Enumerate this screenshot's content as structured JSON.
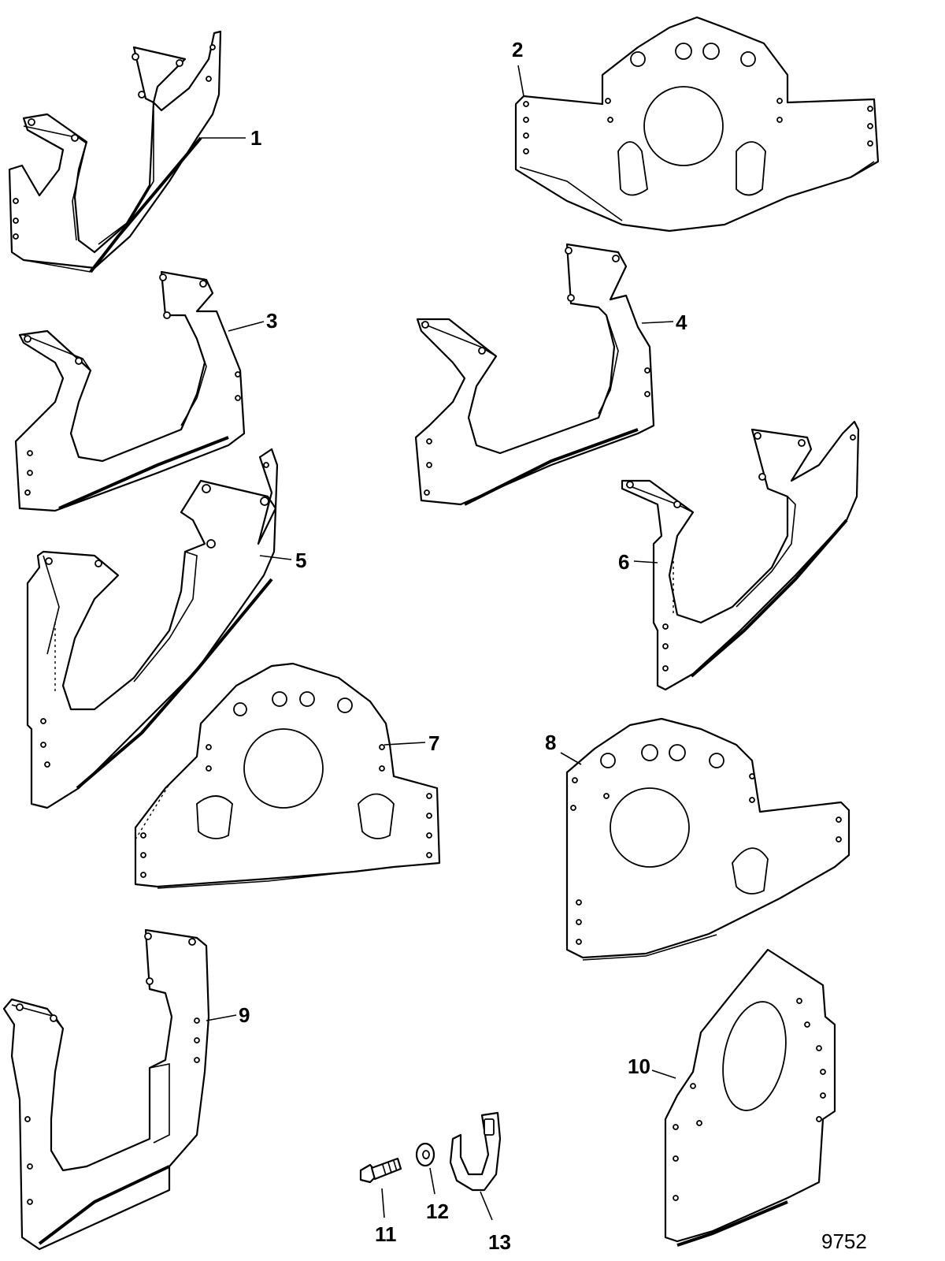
{
  "figure_number": "9752",
  "callouts": [
    {
      "id": "1",
      "label": "1"
    },
    {
      "id": "2",
      "label": "2"
    },
    {
      "id": "3",
      "label": "3"
    },
    {
      "id": "4",
      "label": "4"
    },
    {
      "id": "5",
      "label": "5"
    },
    {
      "id": "6",
      "label": "6"
    },
    {
      "id": "7",
      "label": "7"
    },
    {
      "id": "8",
      "label": "8"
    },
    {
      "id": "9",
      "label": "9"
    },
    {
      "id": "10",
      "label": "10"
    },
    {
      "id": "11",
      "label": "11"
    },
    {
      "id": "12",
      "label": "12"
    },
    {
      "id": "13",
      "label": "13"
    }
  ]
}
